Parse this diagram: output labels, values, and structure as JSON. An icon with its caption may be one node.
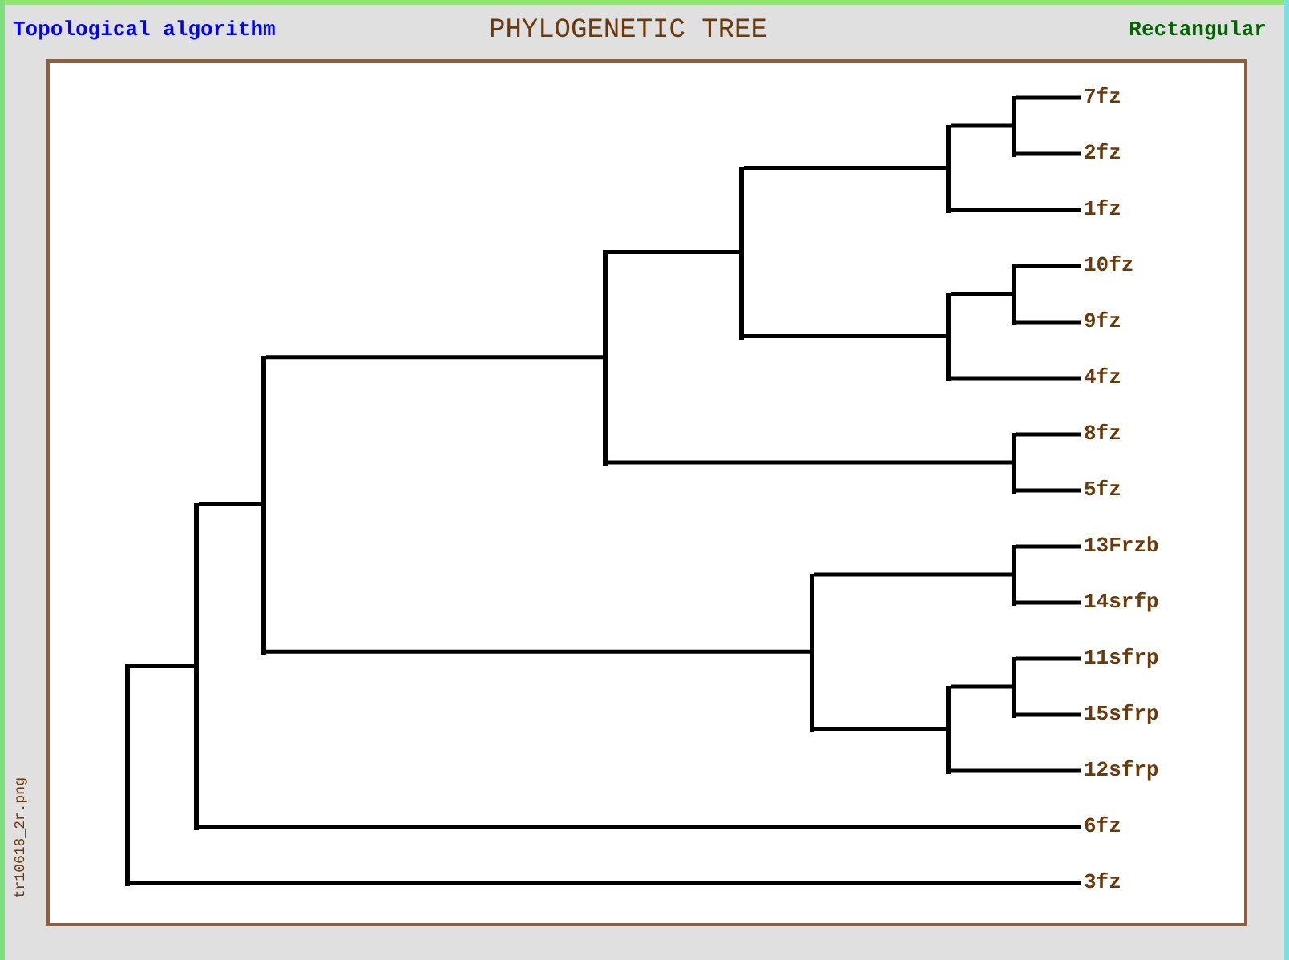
{
  "diagram": {
    "title": "PHYLOGENETIC TREE",
    "nodes": [
      {
        "text": [
          "7fz"
        ]
      },
      {
        "text": [
          "2fz"
        ]
      },
      {
        "text": [
          "1fz"
        ]
      },
      {
        "text": [
          "10fz"
        ]
      },
      {
        "text": [
          "9fz"
        ]
      },
      {
        "text": [
          "4fz"
        ]
      },
      {
        "text": [
          "8fz"
        ]
      },
      {
        "text": [
          "5fz"
        ]
      },
      {
        "text": [
          "13Frzb"
        ]
      },
      {
        "text": [
          "14srfp"
        ]
      },
      {
        "text": [
          "11sfrp"
        ]
      },
      {
        "text": [
          "15sfrp"
        ]
      },
      {
        "text": [
          "12sfrp"
        ]
      },
      {
        "text": [
          "6fz"
        ]
      },
      {
        "text": [
          "3fz"
        ]
      },
      {
        "text": [],
        "shape": "bar"
      },
      {
        "text": [],
        "shape": "bar"
      },
      {
        "text": [],
        "shape": "bar"
      },
      {
        "text": [],
        "shape": "bar"
      },
      {
        "text": [],
        "shape": "bar"
      },
      {
        "text": [],
        "shape": "bar"
      },
      {
        "text": [],
        "shape": "bar"
      },
      {
        "text": [],
        "shape": "bar"
      },
      {
        "text": [],
        "shape": "bar"
      },
      {
        "text": [],
        "shape": "bar"
      },
      {
        "text": [],
        "shape": "bar"
      },
      {
        "text": [],
        "shape": "bar"
      },
      {
        "text": [],
        "shape": "bar"
      },
      {
        "text": [],
        "shape": "bar"
      }
    ],
    "edges": [
      {
        "from": 15,
        "to": 16,
        "arrow": "none"
      },
      {
        "from": 15,
        "to": 14,
        "arrow": "none"
      },
      {
        "from": 16,
        "to": 17,
        "arrow": "none"
      },
      {
        "from": 16,
        "to": 13,
        "arrow": "none"
      },
      {
        "from": 17,
        "to": 18,
        "arrow": "none"
      },
      {
        "from": 17,
        "to": 20,
        "arrow": "none"
      },
      {
        "from": 18,
        "to": 19,
        "arrow": "none"
      },
      {
        "from": 18,
        "to": 26,
        "arrow": "none"
      },
      {
        "from": 19,
        "to": 21,
        "arrow": "none"
      },
      {
        "from": 19,
        "to": 22,
        "arrow": "none"
      },
      {
        "from": 20,
        "to": 27,
        "arrow": "none"
      },
      {
        "from": 20,
        "to": 23,
        "arrow": "none"
      },
      {
        "from": 21,
        "to": 24,
        "arrow": "none"
      },
      {
        "from": 21,
        "to": 2,
        "arrow": "none"
      },
      {
        "from": 22,
        "to": 25,
        "arrow": "none"
      },
      {
        "from": 22,
        "to": 5,
        "arrow": "none"
      },
      {
        "from": 23,
        "to": 28,
        "arrow": "none"
      },
      {
        "from": 23,
        "to": 12,
        "arrow": "none"
      },
      {
        "from": 24,
        "to": 0,
        "arrow": "none"
      },
      {
        "from": 24,
        "to": 1,
        "arrow": "none"
      },
      {
        "from": 25,
        "to": 3,
        "arrow": "none"
      },
      {
        "from": 25,
        "to": 4,
        "arrow": "none"
      },
      {
        "from": 26,
        "to": 6,
        "arrow": "none"
      },
      {
        "from": 26,
        "to": 7,
        "arrow": "none"
      },
      {
        "from": 27,
        "to": 8,
        "arrow": "none"
      },
      {
        "from": 27,
        "to": 9,
        "arrow": "none"
      },
      {
        "from": 28,
        "to": 10,
        "arrow": "none"
      },
      {
        "from": 28,
        "to": 11,
        "arrow": "none"
      }
    ],
    "labels": [
      "Topological algorithm",
      "Rectangular",
      "tr10618_2r.png"
    ]
  }
}
